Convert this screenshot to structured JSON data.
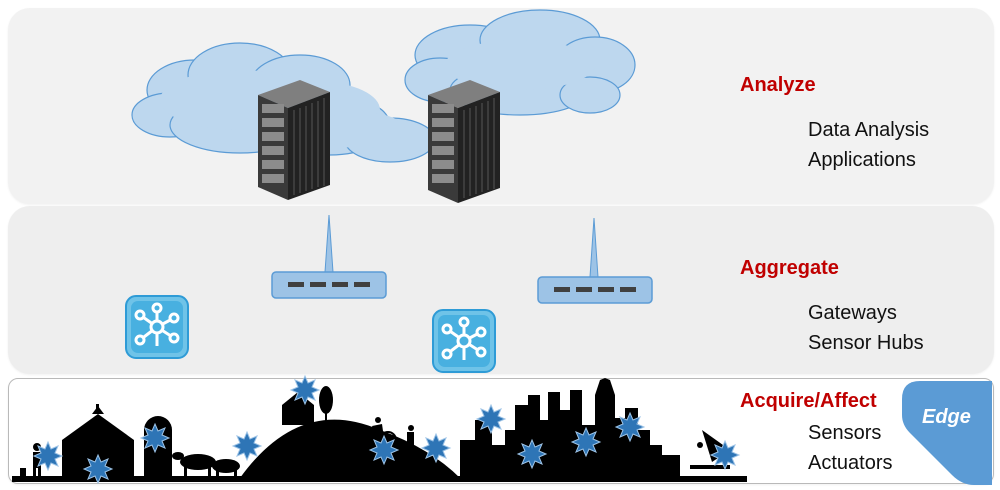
{
  "layers": {
    "analyze": {
      "title": "Analyze",
      "items": [
        "Data Analysis",
        "Applications"
      ]
    },
    "aggregate": {
      "title": "Aggregate",
      "items": [
        "Gateways",
        "Sensor Hubs"
      ]
    },
    "edge": {
      "title": "Acquire/Affect",
      "items": [
        "Sensors",
        "Actuators"
      ],
      "tag": "Edge"
    }
  },
  "colors": {
    "title_red": "#c00000",
    "cloud_fill": "#bdd7ee",
    "gateway_fill": "#9dc3e6",
    "edge_tag": "#5b9bd5",
    "sensor_star": "#2e75b6",
    "silhouette": "#000000"
  },
  "icons": [
    "cloud-icon",
    "server-rack-icon",
    "gateway-router-icon",
    "sensor-hub-icon",
    "sensor-star-icon",
    "farm-silhouette",
    "city-skyline-silhouette"
  ]
}
